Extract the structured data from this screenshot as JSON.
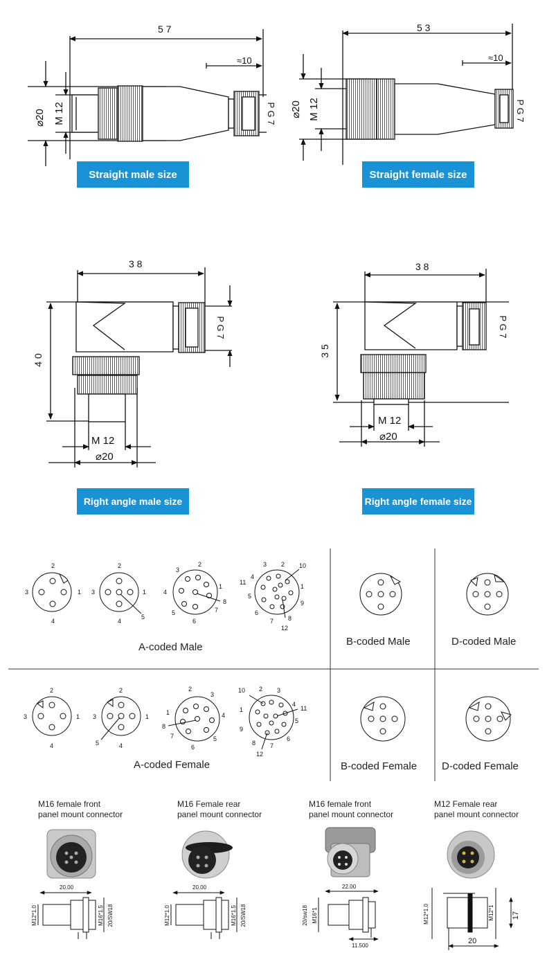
{
  "top": {
    "straight_male": {
      "length": "5 7",
      "cable": "≈10",
      "d1": "⌀20",
      "d2": "M 12",
      "thread": "P G 7",
      "badge": "Straight male size"
    },
    "straight_female": {
      "length": "5 3",
      "cable": "≈10",
      "d1": "⌀20",
      "d2": "M 12",
      "thread": "P G 7",
      "badge": "Straight female size"
    },
    "right_male": {
      "width": "3 8",
      "height": "4 0",
      "thread": "P G 7",
      "m": "M 12",
      "d": "⌀20",
      "badge": "Right angle male size"
    },
    "right_female": {
      "width": "3 8",
      "height": "3 5",
      "thread": "P G 7",
      "m": "M 12",
      "d": "⌀20",
      "badge": "Right angle female size"
    }
  },
  "pinouts": {
    "a_male_caption": "A-coded Male",
    "b_male_caption": "B-coded Male",
    "d_male_caption": "D-coded Male",
    "a_female_caption": "A-coded Female",
    "b_female_caption": "B-coded Female",
    "d_female_caption": "D-coded Female"
  },
  "panel": [
    {
      "title1": "M16 female front",
      "title2": "panel mount connector",
      "dim_top": "20.00",
      "dim_left": "M12*1.0",
      "dim_right1": "M16*1.5",
      "dim_right2": "20/SW18"
    },
    {
      "title1": "M16 Female rear",
      "title2": "panel mount connector",
      "dim_top": "20.00",
      "dim_left": "M12*1.0",
      "dim_right1": "M16*1.5",
      "dim_right2": "20/SW18"
    },
    {
      "title1": "M16 female front",
      "title2": "panel mount connector",
      "dim_top": "22.00",
      "dim_left": "20/sw18",
      "dim_left2": "M16*1",
      "dim_bottom": "11.500"
    },
    {
      "title1": "M12 Female rear",
      "title2": "panel mount connector",
      "dim_left": "M12*1.0",
      "dim_mid": "M12*1",
      "dim_right": "17",
      "dim_bottom": "20"
    }
  ]
}
